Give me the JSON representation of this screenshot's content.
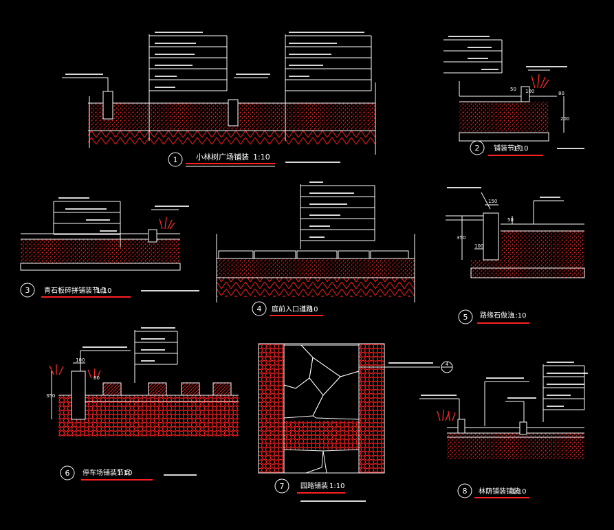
{
  "colors": {
    "background": "#000000",
    "line": "#ffffff",
    "hatch": "#ff0000",
    "grass": "#ff2a2a",
    "dim": "#ffffff"
  },
  "details": {
    "d1": {
      "number": "1",
      "title": "小林树广场铺装",
      "scale": "1:10"
    },
    "d2": {
      "number": "2",
      "title": "铺装节点",
      "scale": "1:10"
    },
    "d3": {
      "number": "3",
      "title": "青石板碎拼铺装节点",
      "scale": "1:10"
    },
    "d4": {
      "number": "4",
      "title": "庭前入口道路",
      "scale": "1:10"
    },
    "d5": {
      "number": "5",
      "title": "路缘石做法",
      "scale": "1:10"
    },
    "d6": {
      "number": "6",
      "title": "停车场铺装节点",
      "scale": "1:10"
    },
    "d7": {
      "number": "7",
      "title": "园路铺装",
      "scale": "1:10"
    },
    "d8": {
      "number": "8",
      "title": "林荫铺装铺装",
      "scale": "1:10"
    }
  },
  "dimensions": {
    "d2_a": "100",
    "d2_b": "50",
    "d2_c": "80",
    "d2_d": "200",
    "d5_a": "150",
    "d5_b": "350",
    "d5_c": "100",
    "d5_d": "50",
    "d6_a": "100",
    "d6_b": "350",
    "d6_c": "80",
    "d7_tag": "4"
  }
}
